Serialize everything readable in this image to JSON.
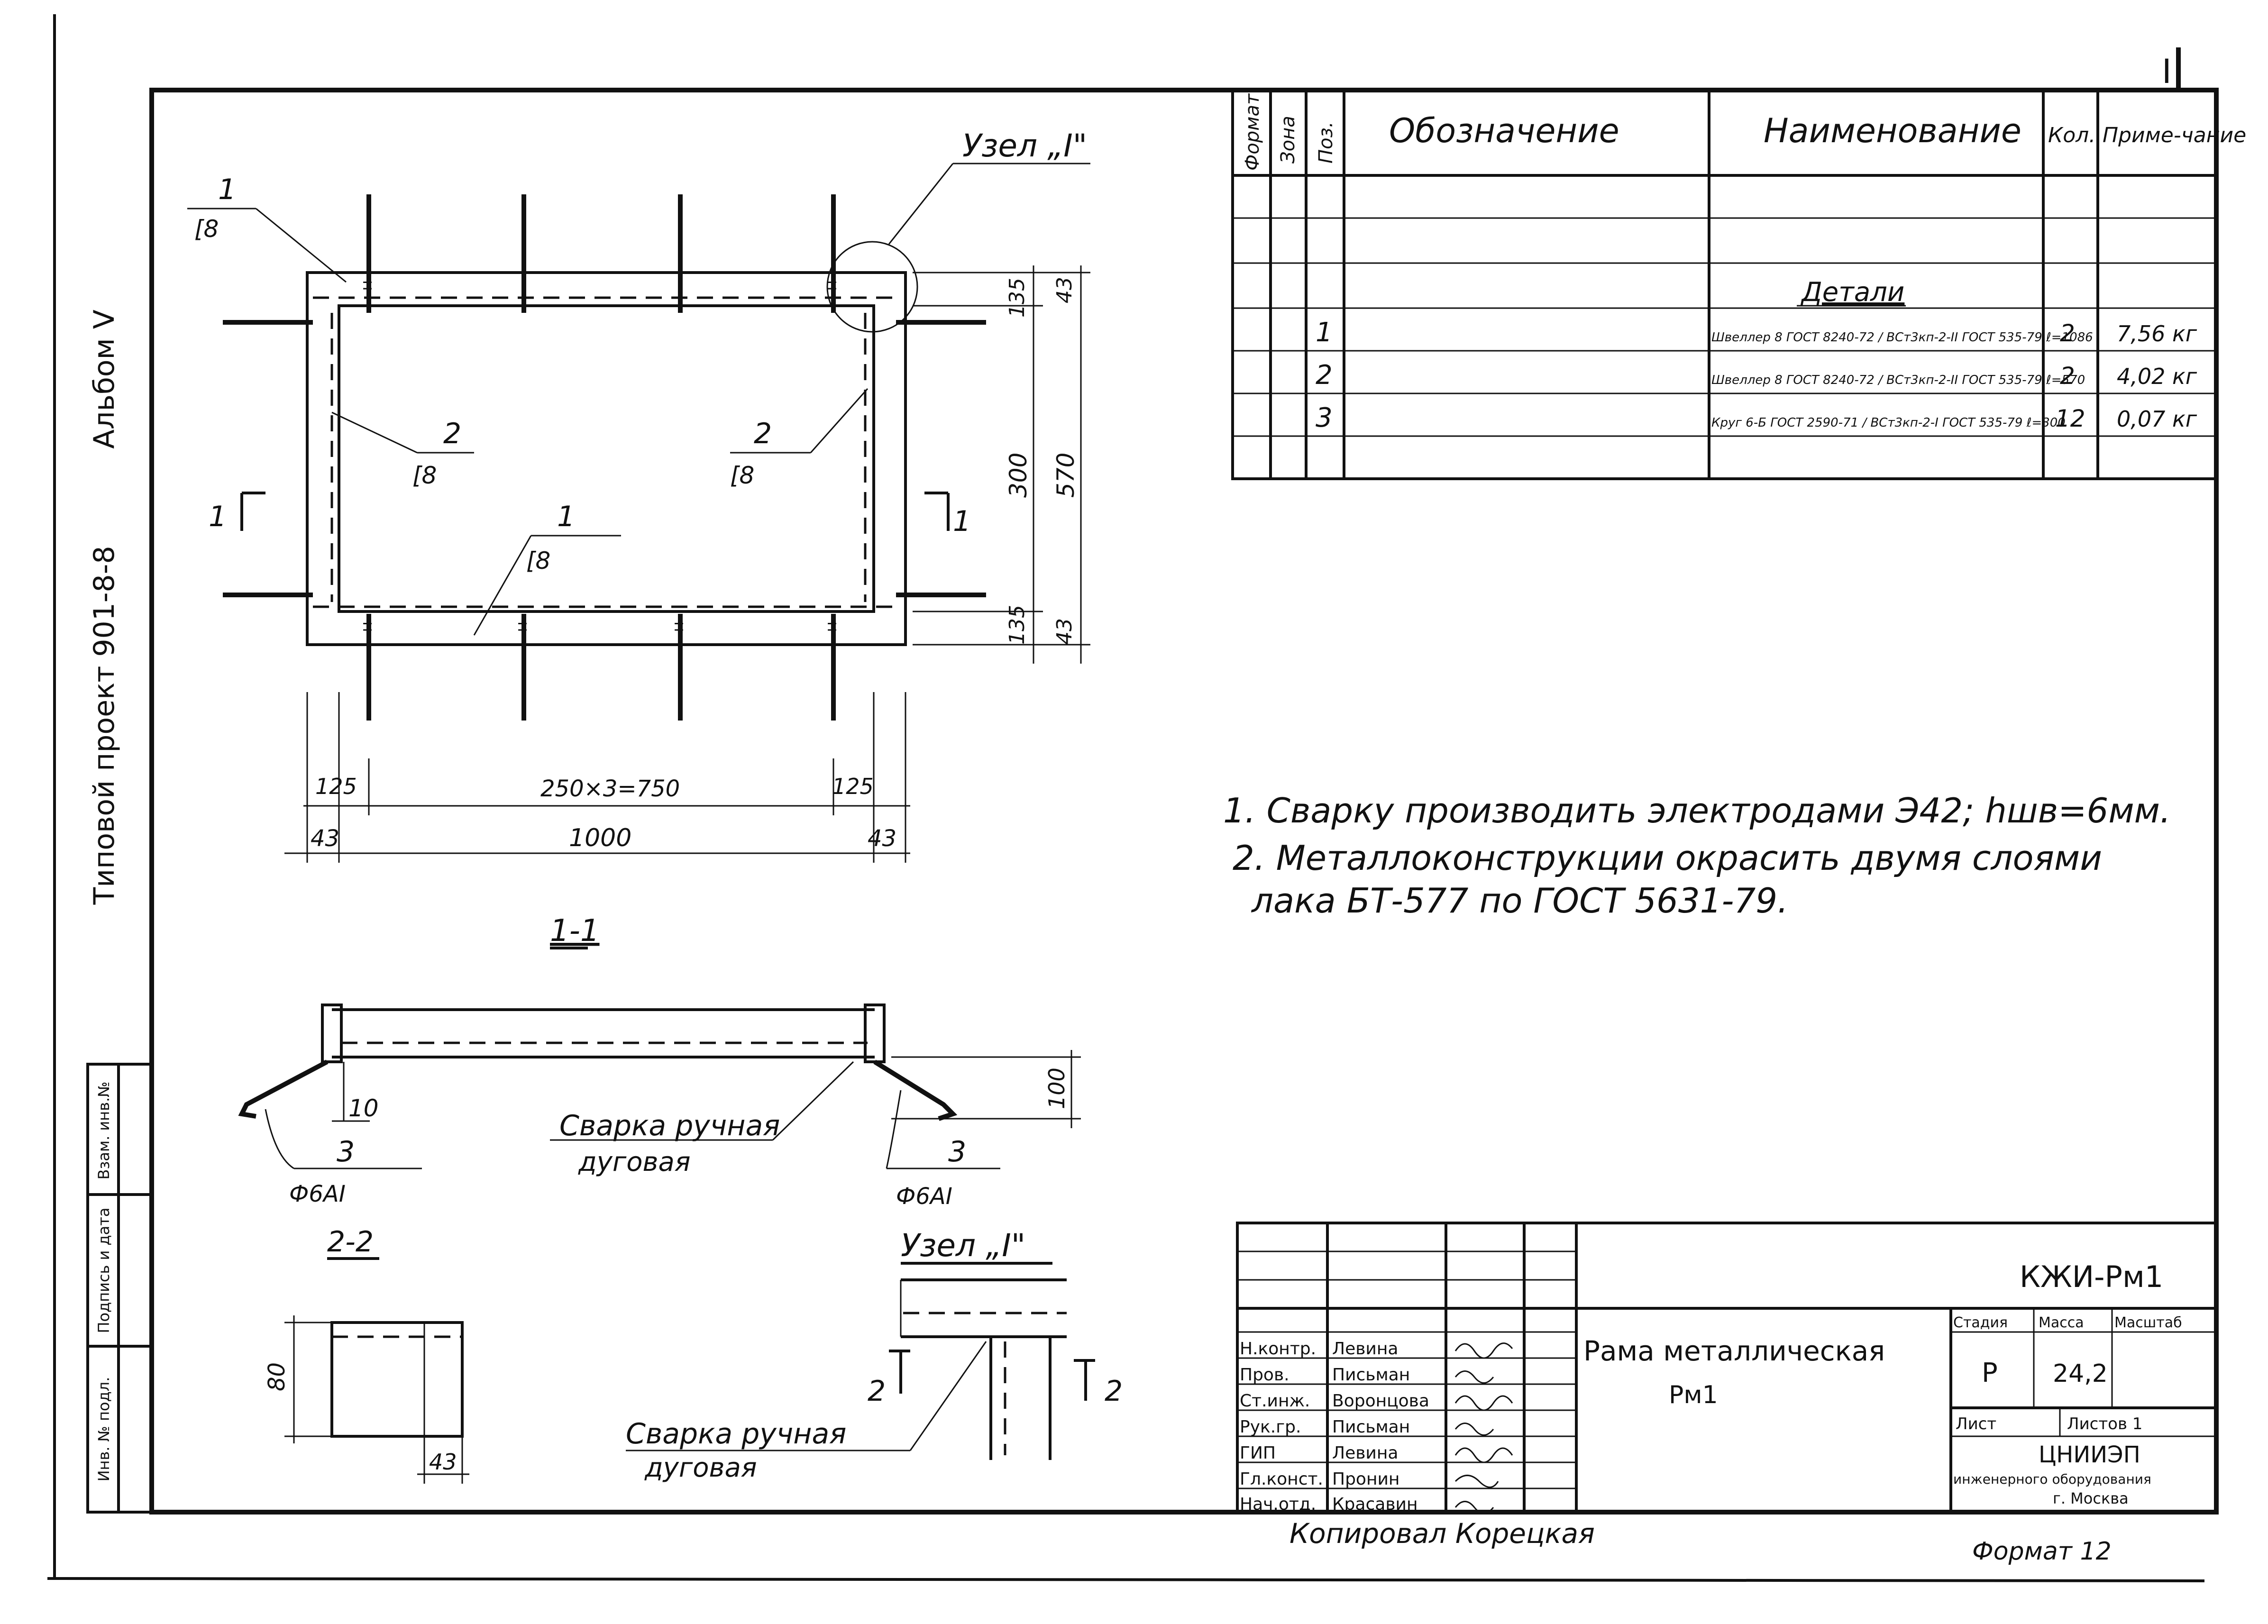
{
  "album": {
    "project": "Типовой проект 901-8-8",
    "album": "Альбом V"
  },
  "left_stamp": [
    "Взам. инв.№",
    "Подпись и дата",
    "Инв. № подл."
  ],
  "drawing": {
    "node_label": "Узел „I\"",
    "pos1": "1",
    "pos2": "2",
    "pos3": "3",
    "ch8": "[8",
    "dim_135": "135",
    "dim_43": "43",
    "dim_300": "300",
    "dim_570": "570",
    "dim_125": "125",
    "dim_250": "250×3=750",
    "dim_1000": "1000",
    "dim_10": "10",
    "dim_100": "100",
    "dim_80": "80",
    "section_11": "1-1",
    "section_22": "2-2",
    "section_mark_1": "1",
    "section_mark_2": "2",
    "rod": "Ф6АI",
    "weld": "Сварка ручная",
    "weld_b": "дуговая",
    "weld2": "Сварка ручная",
    "weld2_b": "дуговая"
  },
  "notes": [
    "1. Сварку производить электродами Э42; hшв=6мм.",
    "2. Металлоконструкции окрасить двумя слоями",
    "лака БТ-577 по ГОСТ 5631-79."
  ],
  "spec": {
    "headers": [
      "Формат",
      "Зона",
      "Поз.",
      "Обозначение",
      "Наименование",
      "Кол.",
      "Приме-чание"
    ],
    "section_title": "Детали",
    "rows": [
      {
        "pos": "1",
        "name": "Швеллер 8 ГОСТ 8240-72 / ВСт3кп-2-II ГОСТ 535-79 ℓ=1086",
        "qty": "2",
        "note": "7,56 кг"
      },
      {
        "pos": "2",
        "name": "Швеллер 8 ГОСТ 8240-72 / ВСт3кп-2-II ГОСТ 535-79 ℓ=570",
        "qty": "2",
        "note": "4,02 кг"
      },
      {
        "pos": "3",
        "name": "Круг 6-Б ГОСТ 2590-71 / ВСт3кп-2-I ГОСТ 535-79 ℓ=300",
        "qty": "12",
        "note": "0,07 кг"
      }
    ]
  },
  "title_block": {
    "code": "КЖИ-Рм1",
    "title": "Рама металлическая",
    "mark": "Рм1",
    "stage_h": "Стадия",
    "mass_h": "Масса",
    "scale_h": "Масштаб",
    "stage": "Р",
    "mass": "24,2",
    "sheet_h": "Лист",
    "sheets_h": "Листов 1",
    "org1": "ЦНИИЭП",
    "org2": "инженерного оборудования",
    "org3": "г. Москва",
    "roles": [
      "Н.контр.",
      "Пров.",
      "Ст.инж.",
      "Рук.гр.",
      "ГИП",
      "Гл.конст.",
      "Нач.отд."
    ],
    "names": [
      "Левина",
      "Письман",
      "Воронцова",
      "Письман",
      "Левина",
      "Пронин",
      "Красавин"
    ],
    "copied": "Копировал Корецкая",
    "format": "Формат 12"
  },
  "corner_mark": "I"
}
